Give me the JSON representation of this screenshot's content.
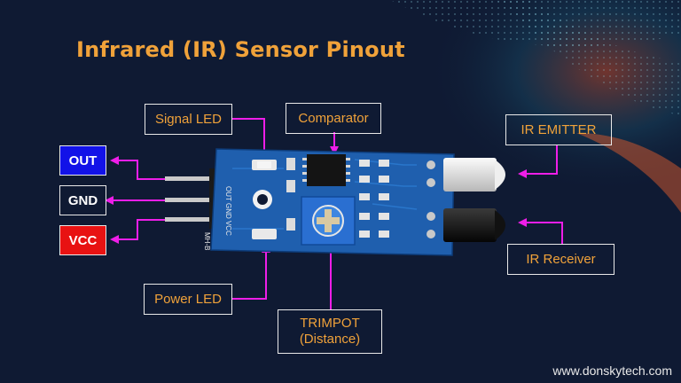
{
  "title": "Infrared (IR) Sensor Pinout",
  "pins": [
    {
      "label": "OUT",
      "color": "#1212e8"
    },
    {
      "label": "GND",
      "color": "#0f1a33"
    },
    {
      "label": "VCC",
      "color": "#e81212"
    }
  ],
  "callouts": {
    "signal_led": "Signal LED",
    "comparator": "Comparator",
    "ir_emitter": "IR EMITTER",
    "ir_receiver": "IR Receiver",
    "power_led": "Power LED",
    "trimpot_line1": "TRIMPOT",
    "trimpot_line2": "(Distance)"
  },
  "board_text": {
    "pin_labels": "OUT GND VCC",
    "model": "MH-B"
  },
  "footer": "www.donskytech.com",
  "colors": {
    "title": "#f0a23a",
    "arrow": "#ee1ee8",
    "board": "#1f5fae",
    "background": "#0f1a33"
  }
}
